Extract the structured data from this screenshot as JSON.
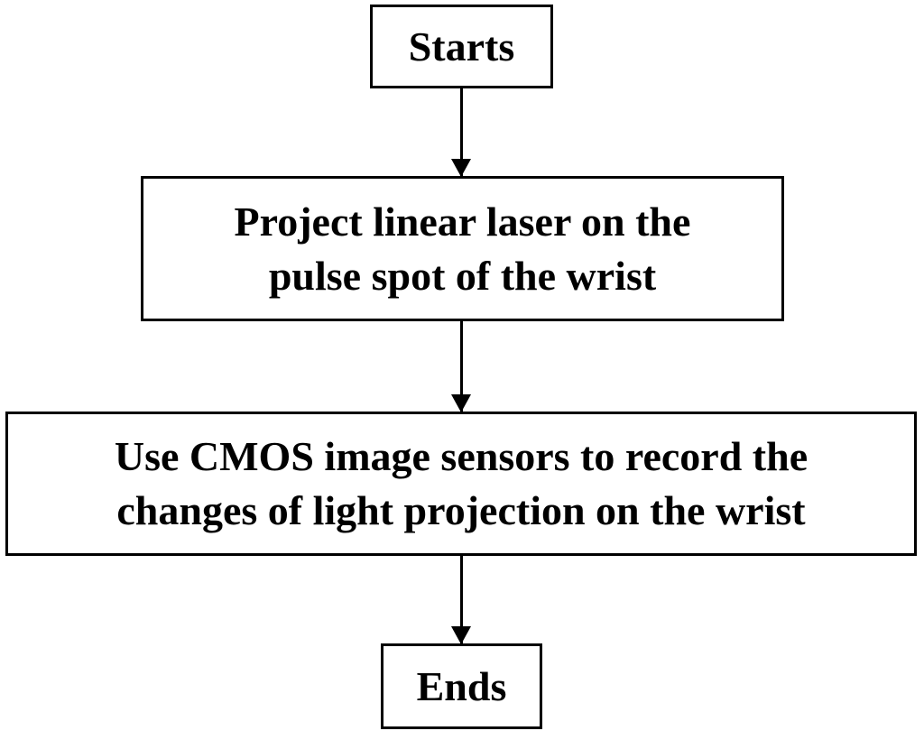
{
  "diagram": {
    "type": "flowchart",
    "direction": "top-down",
    "colors": {
      "background": "#ffffff",
      "border": "#000000",
      "text": "#000000",
      "arrow": "#000000"
    },
    "nodes": [
      {
        "id": "start",
        "label": "Starts",
        "lines": [
          "Starts"
        ]
      },
      {
        "id": "project-laser",
        "label": "Project linear laser on the pulse spot of the wrist",
        "lines": [
          "Project linear laser on the",
          "pulse spot of the wrist"
        ]
      },
      {
        "id": "record-cmos",
        "label": "Use CMOS image sensors to record the changes of light projection on the wrist",
        "lines": [
          "Use CMOS image sensors to record the",
          "changes of light projection on the wrist"
        ]
      },
      {
        "id": "end",
        "label": "Ends",
        "lines": [
          "Ends"
        ]
      }
    ],
    "edges": [
      {
        "from": "start",
        "to": "project-laser",
        "direction": "down"
      },
      {
        "from": "project-laser",
        "to": "record-cmos",
        "direction": "down"
      },
      {
        "from": "record-cmos",
        "to": "end",
        "direction": "down"
      }
    ]
  }
}
